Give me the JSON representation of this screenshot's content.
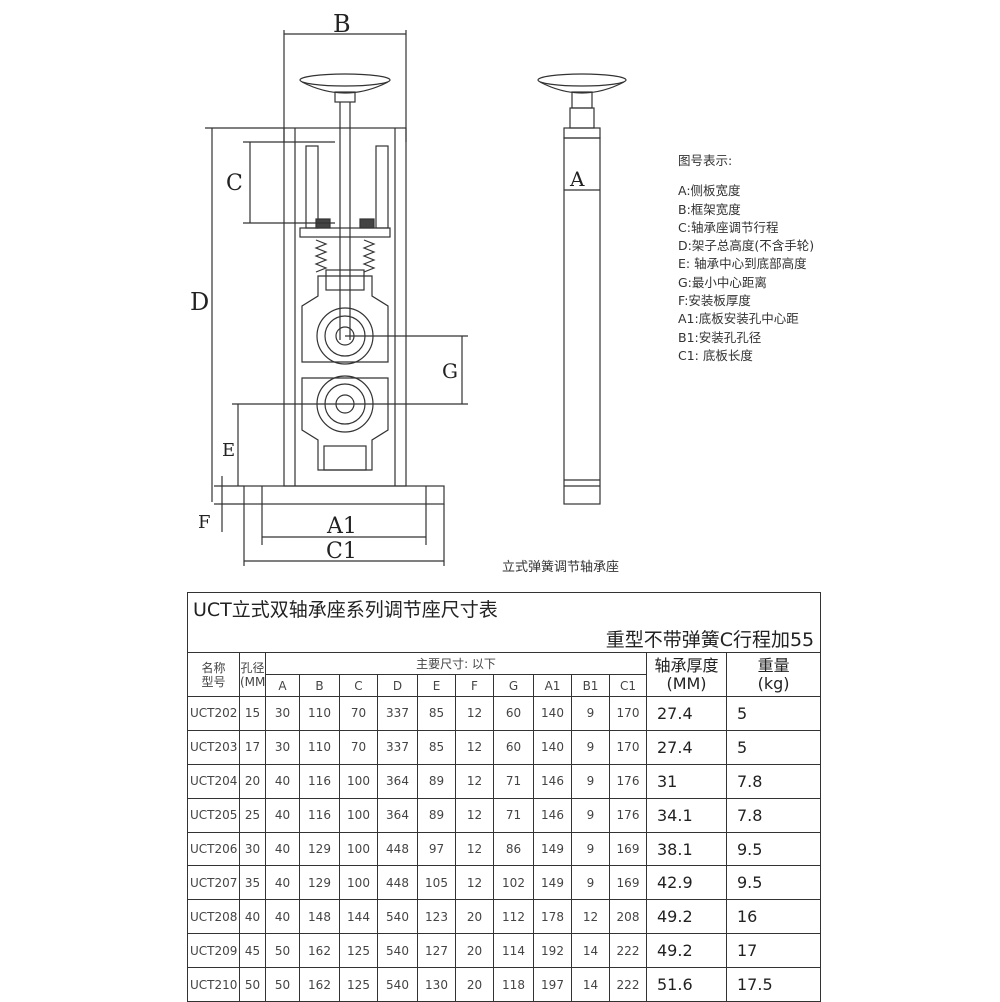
{
  "drawing": {
    "caption": "立式弹簧调节轴承座",
    "dim_labels": {
      "B": "B",
      "C": "C",
      "D": "D",
      "G": "G",
      "E": "E",
      "F": "F",
      "A1": "A1",
      "C1": "C1",
      "A": "A"
    },
    "legend_title": "图号表示:",
    "legend": [
      "A:侧板宽度",
      "B:框架宽度",
      "C:轴承座调节行程",
      "D:架子总高度(不含手轮)",
      "E: 轴承中心到底部高度",
      "G:最小中心距离",
      "F:安装板厚度",
      "A1:底板安装孔中心距",
      "B1:安装孔孔径",
      "C1: 底板长度"
    ]
  },
  "table": {
    "title": "UCT立式双轴承座系列调节座尺寸表",
    "subtitle": "重型不带弹簧C行程加55",
    "h_name": [
      "名称",
      "型号"
    ],
    "h_bore": [
      "孔径",
      "(MM)"
    ],
    "h_main": "主要尺寸: 以下",
    "h_thick": [
      "轴承厚度",
      "(MM)"
    ],
    "h_weight": [
      "重量",
      "(kg)"
    ],
    "cols": [
      "A",
      "B",
      "C",
      "D",
      "E",
      "F",
      "G",
      "A1",
      "B1",
      "C1"
    ],
    "rows": [
      [
        "UCT202",
        "15",
        "30",
        "110",
        "70",
        "337",
        "85",
        "12",
        "60",
        "140",
        "9",
        "170",
        "27.4",
        "5"
      ],
      [
        "UCT203",
        "17",
        "30",
        "110",
        "70",
        "337",
        "85",
        "12",
        "60",
        "140",
        "9",
        "170",
        "27.4",
        "5"
      ],
      [
        "UCT204",
        "20",
        "40",
        "116",
        "100",
        "364",
        "89",
        "12",
        "71",
        "146",
        "9",
        "176",
        "31",
        "7.8"
      ],
      [
        "UCT205",
        "25",
        "40",
        "116",
        "100",
        "364",
        "89",
        "12",
        "71",
        "146",
        "9",
        "176",
        "34.1",
        "7.8"
      ],
      [
        "UCT206",
        "30",
        "40",
        "129",
        "100",
        "448",
        "97",
        "12",
        "86",
        "149",
        "9",
        "169",
        "38.1",
        "9.5"
      ],
      [
        "UCT207",
        "35",
        "40",
        "129",
        "100",
        "448",
        "105",
        "12",
        "102",
        "149",
        "9",
        "169",
        "42.9",
        "9.5"
      ],
      [
        "UCT208",
        "40",
        "40",
        "148",
        "144",
        "540",
        "123",
        "20",
        "112",
        "178",
        "12",
        "208",
        "49.2",
        "16"
      ],
      [
        "UCT209",
        "45",
        "50",
        "162",
        "125",
        "540",
        "127",
        "20",
        "114",
        "192",
        "14",
        "222",
        "49.2",
        "17"
      ],
      [
        "UCT210",
        "50",
        "50",
        "162",
        "125",
        "540",
        "130",
        "20",
        "118",
        "197",
        "14",
        "222",
        "51.6",
        "17.5"
      ]
    ]
  }
}
